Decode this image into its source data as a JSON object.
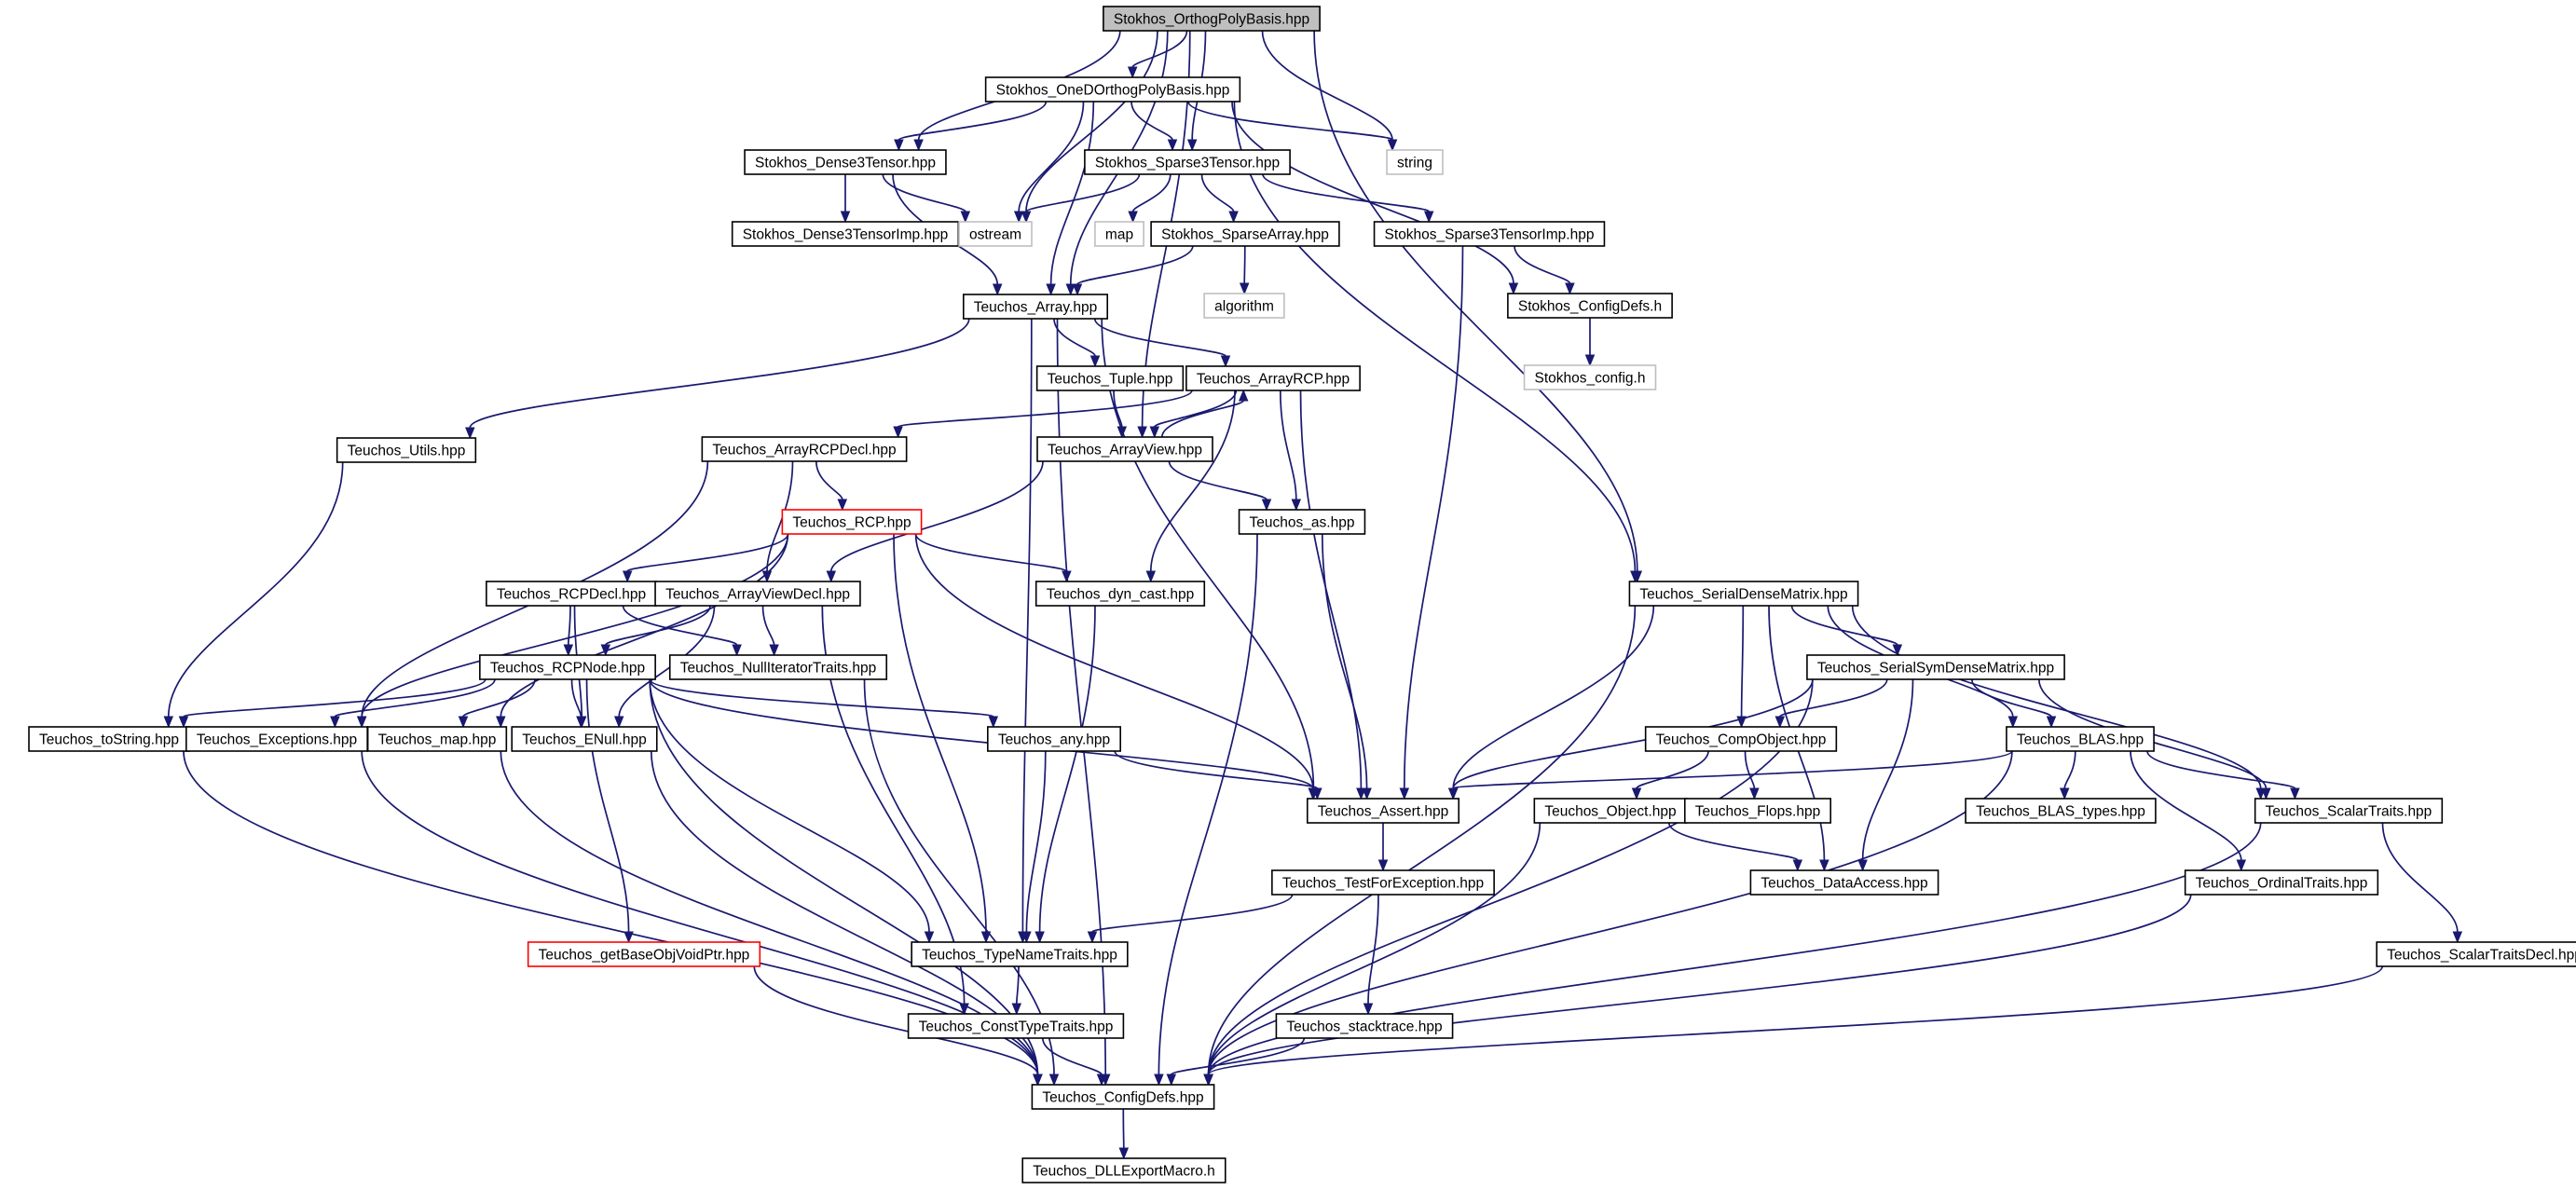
{
  "colors": {
    "edge": "#191970",
    "root_fill": "#bfbfbf",
    "node_border": "#000000",
    "system_border": "#bfbfbf",
    "truncated_border": "#ff0000",
    "background": "#ffffff"
  },
  "nodes": [
    {
      "id": "root",
      "label": "Stokhos_OrthogPolyBasis.hpp",
      "style": "root"
    },
    {
      "id": "oned",
      "label": "Stokhos_OneDOrthogPolyBasis.hpp",
      "style": "normal"
    },
    {
      "id": "string",
      "label": "string",
      "style": "system"
    },
    {
      "id": "dense3",
      "label": "Stokhos_Dense3Tensor.hpp",
      "style": "normal"
    },
    {
      "id": "sparse3",
      "label": "Stokhos_Sparse3Tensor.hpp",
      "style": "normal"
    },
    {
      "id": "dense3imp",
      "label": "Stokhos_Dense3TensorImp.hpp",
      "style": "normal"
    },
    {
      "id": "ostream",
      "label": "ostream",
      "style": "system"
    },
    {
      "id": "map",
      "label": "map",
      "style": "system"
    },
    {
      "id": "sparsearray",
      "label": "Stokhos_SparseArray.hpp",
      "style": "normal"
    },
    {
      "id": "sparse3imp",
      "label": "Stokhos_Sparse3TensorImp.hpp",
      "style": "normal"
    },
    {
      "id": "algorithm",
      "label": "algorithm",
      "style": "system"
    },
    {
      "id": "stokconfigdefs",
      "label": "Stokhos_ConfigDefs.h",
      "style": "normal"
    },
    {
      "id": "stokconfig",
      "label": "Stokhos_config.h",
      "style": "system"
    },
    {
      "id": "array",
      "label": "Teuchos_Array.hpp",
      "style": "normal"
    },
    {
      "id": "tuple",
      "label": "Teuchos_Tuple.hpp",
      "style": "normal"
    },
    {
      "id": "arrayrcp",
      "label": "Teuchos_ArrayRCP.hpp",
      "style": "normal"
    },
    {
      "id": "utils",
      "label": "Teuchos_Utils.hpp",
      "style": "normal"
    },
    {
      "id": "arrayrcpdecl",
      "label": "Teuchos_ArrayRCPDecl.hpp",
      "style": "normal"
    },
    {
      "id": "arrayview",
      "label": "Teuchos_ArrayView.hpp",
      "style": "normal"
    },
    {
      "id": "rcp",
      "label": "Teuchos_RCP.hpp",
      "style": "truncated"
    },
    {
      "id": "as",
      "label": "Teuchos_as.hpp",
      "style": "normal"
    },
    {
      "id": "rcpdecl",
      "label": "Teuchos_RCPDecl.hpp",
      "style": "normal"
    },
    {
      "id": "arrayviewdecl",
      "label": "Teuchos_ArrayViewDecl.hpp",
      "style": "normal"
    },
    {
      "id": "dyncast",
      "label": "Teuchos_dyn_cast.hpp",
      "style": "normal"
    },
    {
      "id": "serialdense",
      "label": "Teuchos_SerialDenseMatrix.hpp",
      "style": "normal"
    },
    {
      "id": "rcpnode",
      "label": "Teuchos_RCPNode.hpp",
      "style": "normal"
    },
    {
      "id": "nulliter",
      "label": "Teuchos_NullIteratorTraits.hpp",
      "style": "normal"
    },
    {
      "id": "serialsym",
      "label": "Teuchos_SerialSymDenseMatrix.hpp",
      "style": "normal"
    },
    {
      "id": "tostring",
      "label": "Teuchos_toString.hpp",
      "style": "normal"
    },
    {
      "id": "exceptions",
      "label": "Teuchos_Exceptions.hpp",
      "style": "normal"
    },
    {
      "id": "tmap",
      "label": "Teuchos_map.hpp",
      "style": "normal"
    },
    {
      "id": "enull",
      "label": "Teuchos_ENull.hpp",
      "style": "normal"
    },
    {
      "id": "any",
      "label": "Teuchos_any.hpp",
      "style": "normal"
    },
    {
      "id": "compobject",
      "label": "Teuchos_CompObject.hpp",
      "style": "normal"
    },
    {
      "id": "blas",
      "label": "Teuchos_BLAS.hpp",
      "style": "normal"
    },
    {
      "id": "assert",
      "label": "Teuchos_Assert.hpp",
      "style": "normal"
    },
    {
      "id": "object",
      "label": "Teuchos_Object.hpp",
      "style": "normal"
    },
    {
      "id": "flops",
      "label": "Teuchos_Flops.hpp",
      "style": "normal"
    },
    {
      "id": "blastypes",
      "label": "Teuchos_BLAS_types.hpp",
      "style": "normal"
    },
    {
      "id": "scalartraits",
      "label": "Teuchos_ScalarTraits.hpp",
      "style": "normal"
    },
    {
      "id": "testforexc",
      "label": "Teuchos_TestForException.hpp",
      "style": "normal"
    },
    {
      "id": "dataaccess",
      "label": "Teuchos_DataAccess.hpp",
      "style": "normal"
    },
    {
      "id": "ordinaltraits",
      "label": "Teuchos_OrdinalTraits.hpp",
      "style": "normal"
    },
    {
      "id": "getbase",
      "label": "Teuchos_getBaseObjVoidPtr.hpp",
      "style": "truncated"
    },
    {
      "id": "typename",
      "label": "Teuchos_TypeNameTraits.hpp",
      "style": "normal"
    },
    {
      "id": "scalartraitsdecl",
      "label": "Teuchos_ScalarTraitsDecl.hpp",
      "style": "normal"
    },
    {
      "id": "consttype",
      "label": "Teuchos_ConstTypeTraits.hpp",
      "style": "normal"
    },
    {
      "id": "stacktrace",
      "label": "Teuchos_stacktrace.hpp",
      "style": "normal"
    },
    {
      "id": "tconfigdefs",
      "label": "Teuchos_ConfigDefs.hpp",
      "style": "normal"
    },
    {
      "id": "dllexport",
      "label": "Teuchos_DLLExportMacro.h",
      "style": "normal"
    }
  ],
  "edges": [
    [
      "root",
      "oned"
    ],
    [
      "root",
      "string"
    ],
    [
      "root",
      "dense3"
    ],
    [
      "root",
      "sparse3"
    ],
    [
      "root",
      "ostream"
    ],
    [
      "root",
      "array"
    ],
    [
      "root",
      "arrayview"
    ],
    [
      "root",
      "serialdense"
    ],
    [
      "oned",
      "string"
    ],
    [
      "oned",
      "dense3"
    ],
    [
      "oned",
      "sparse3"
    ],
    [
      "oned",
      "ostream"
    ],
    [
      "oned",
      "array"
    ],
    [
      "oned",
      "stokconfigdefs"
    ],
    [
      "oned",
      "serialdense"
    ],
    [
      "dense3",
      "dense3imp"
    ],
    [
      "dense3",
      "ostream"
    ],
    [
      "dense3",
      "array"
    ],
    [
      "sparse3",
      "ostream"
    ],
    [
      "sparse3",
      "map"
    ],
    [
      "sparse3",
      "sparsearray"
    ],
    [
      "sparse3",
      "sparse3imp"
    ],
    [
      "sparsearray",
      "array"
    ],
    [
      "sparsearray",
      "algorithm"
    ],
    [
      "sparse3imp",
      "stokconfigdefs"
    ],
    [
      "sparse3imp",
      "assert"
    ],
    [
      "stokconfigdefs",
      "stokconfig"
    ],
    [
      "array",
      "tuple"
    ],
    [
      "array",
      "arrayrcp"
    ],
    [
      "array",
      "utils"
    ],
    [
      "array",
      "assert"
    ],
    [
      "array",
      "typename"
    ],
    [
      "array",
      "tconfigdefs"
    ],
    [
      "tuple",
      "arrayview"
    ],
    [
      "arrayrcp",
      "arrayview"
    ],
    [
      "arrayrcp",
      "arrayrcpdecl"
    ],
    [
      "arrayrcp",
      "as"
    ],
    [
      "arrayrcp",
      "dyncast"
    ],
    [
      "arrayrcp",
      "assert"
    ],
    [
      "arrayview",
      "arrayrcp"
    ],
    [
      "arrayview",
      "as"
    ],
    [
      "arrayview",
      "arrayviewdecl"
    ],
    [
      "utils",
      "tostring"
    ],
    [
      "arrayrcpdecl",
      "rcp"
    ],
    [
      "arrayrcpdecl",
      "arrayviewdecl"
    ],
    [
      "arrayrcpdecl",
      "exceptions"
    ],
    [
      "rcp",
      "rcpdecl"
    ],
    [
      "rcp",
      "dyncast"
    ],
    [
      "rcp",
      "exceptions"
    ],
    [
      "rcp",
      "tmap"
    ],
    [
      "rcp",
      "assert"
    ],
    [
      "rcp",
      "typename"
    ],
    [
      "as",
      "assert"
    ],
    [
      "as",
      "tconfigdefs"
    ],
    [
      "rcpdecl",
      "rcpnode"
    ],
    [
      "rcpdecl",
      "nulliter"
    ],
    [
      "rcpdecl",
      "enull"
    ],
    [
      "arrayviewdecl",
      "rcpnode"
    ],
    [
      "arrayviewdecl",
      "nulliter"
    ],
    [
      "arrayviewdecl",
      "enull"
    ],
    [
      "arrayviewdecl",
      "consttype"
    ],
    [
      "dyncast",
      "typename"
    ],
    [
      "serialdense",
      "serialsym"
    ],
    [
      "serialdense",
      "compobject"
    ],
    [
      "serialdense",
      "blas"
    ],
    [
      "serialdense",
      "scalartraits"
    ],
    [
      "serialdense",
      "dataaccess"
    ],
    [
      "serialdense",
      "assert"
    ],
    [
      "serialdense",
      "tconfigdefs"
    ],
    [
      "rcpnode",
      "tostring"
    ],
    [
      "rcpnode",
      "exceptions"
    ],
    [
      "rcpnode",
      "tmap"
    ],
    [
      "rcpnode",
      "enull"
    ],
    [
      "rcpnode",
      "any"
    ],
    [
      "rcpnode",
      "assert"
    ],
    [
      "rcpnode",
      "getbase"
    ],
    [
      "rcpnode",
      "typename"
    ],
    [
      "rcpnode",
      "tconfigdefs"
    ],
    [
      "nulliter",
      "tconfigdefs"
    ],
    [
      "serialsym",
      "compobject"
    ],
    [
      "serialsym",
      "blas"
    ],
    [
      "serialsym",
      "scalartraits"
    ],
    [
      "serialsym",
      "dataaccess"
    ],
    [
      "serialsym",
      "assert"
    ],
    [
      "serialsym",
      "tconfigdefs"
    ],
    [
      "tostring",
      "tconfigdefs"
    ],
    [
      "exceptions",
      "tconfigdefs"
    ],
    [
      "tmap",
      "tconfigdefs"
    ],
    [
      "enull",
      "tconfigdefs"
    ],
    [
      "any",
      "assert"
    ],
    [
      "any",
      "typename"
    ],
    [
      "compobject",
      "object"
    ],
    [
      "compobject",
      "flops"
    ],
    [
      "blas",
      "blastypes"
    ],
    [
      "blas",
      "scalartraits"
    ],
    [
      "blas",
      "ordinaltraits"
    ],
    [
      "blas",
      "assert"
    ],
    [
      "blas",
      "tconfigdefs"
    ],
    [
      "assert",
      "testforexc"
    ],
    [
      "object",
      "dataaccess"
    ],
    [
      "object",
      "tconfigdefs"
    ],
    [
      "scalartraits",
      "scalartraitsdecl"
    ],
    [
      "scalartraits",
      "tconfigdefs"
    ],
    [
      "testforexc",
      "typename"
    ],
    [
      "testforexc",
      "stacktrace"
    ],
    [
      "ordinaltraits",
      "tconfigdefs"
    ],
    [
      "getbase",
      "tconfigdefs"
    ],
    [
      "typename",
      "consttype"
    ],
    [
      "scalartraitsdecl",
      "tconfigdefs"
    ],
    [
      "consttype",
      "tconfigdefs"
    ],
    [
      "stacktrace",
      "tconfigdefs"
    ],
    [
      "tconfigdefs",
      "dllexport"
    ]
  ]
}
